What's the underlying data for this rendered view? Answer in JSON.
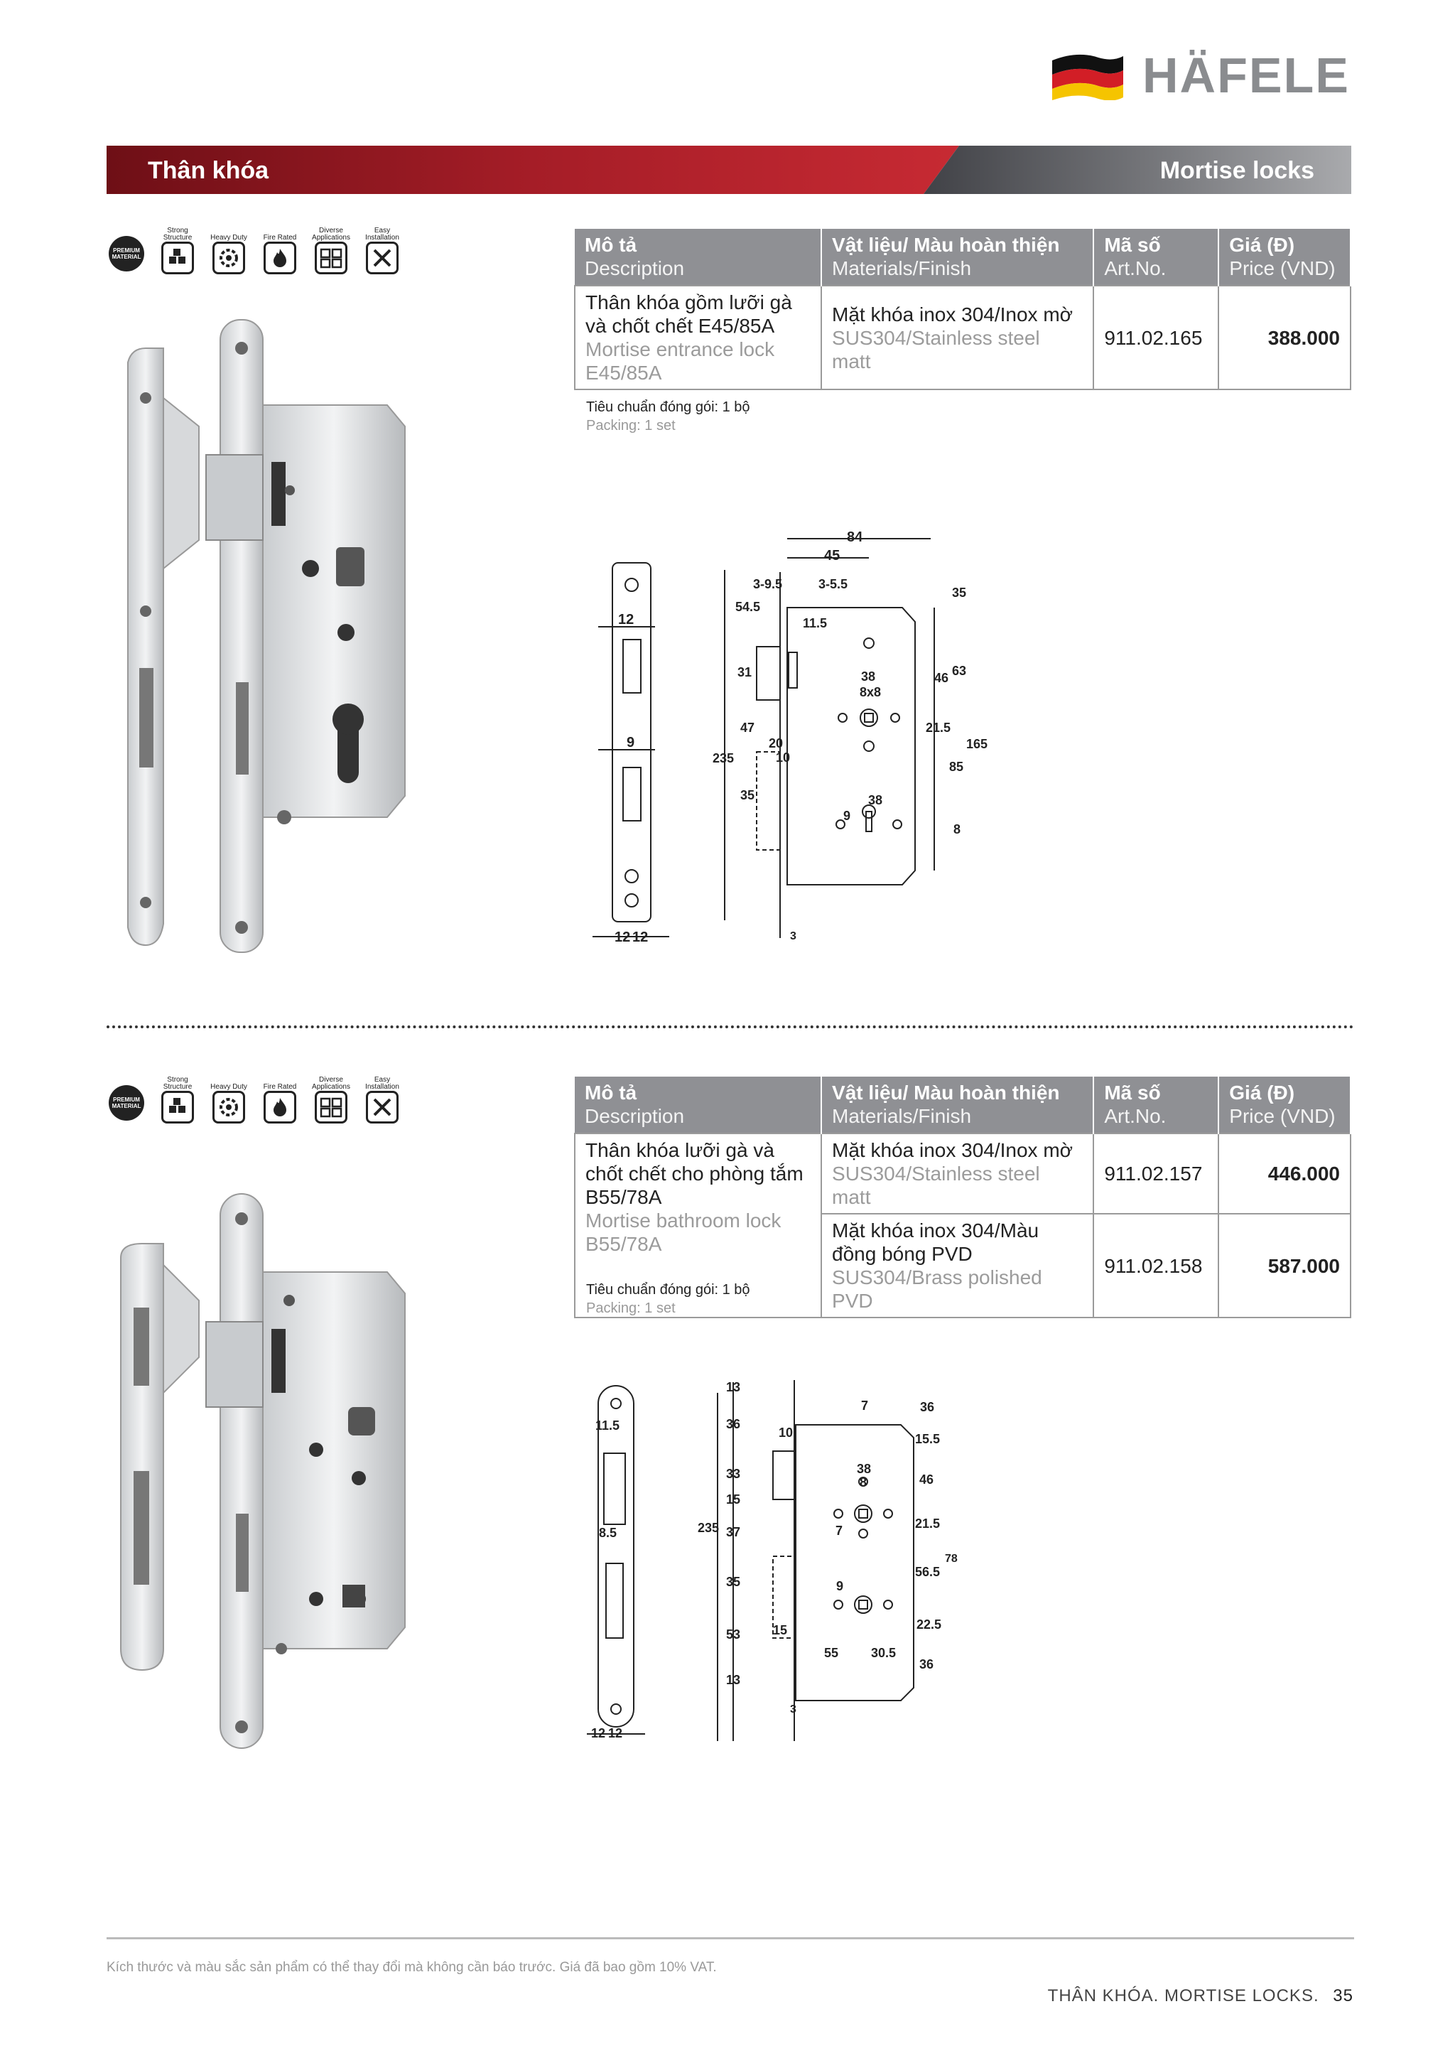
{
  "header": {
    "brand": "HÄFELE",
    "banner_left": "Thân khóa",
    "banner_right": "Mortise locks"
  },
  "features": [
    {
      "label": "",
      "icon": "premium-material-icon",
      "text": "PREMIUM MATERIAL"
    },
    {
      "label": "Strong Structure",
      "icon": "strong-structure-icon"
    },
    {
      "label": "Heavy Duty",
      "icon": "heavy-duty-icon"
    },
    {
      "label": "Fire Rated",
      "icon": "fire-rated-icon"
    },
    {
      "label": "Diverse Applications",
      "icon": "diverse-applications-icon"
    },
    {
      "label": "Easy Installation",
      "icon": "easy-installation-icon"
    }
  ],
  "table_headers": {
    "desc_vi": "Mô tả",
    "desc_en": "Description",
    "mat_vi": "Vật liệu/ Màu hoàn thiện",
    "mat_en": "Materials/Finish",
    "art_vi": "Mã số",
    "art_en": "Art.No.",
    "price_vi": "Giá (Đ)",
    "price_en": "Price (VND)"
  },
  "product1": {
    "desc_vi": "Thân khóa gồm lưỡi gà và chốt chết E45/85A",
    "desc_en": "Mortise entrance lock E45/85A",
    "rows": [
      {
        "mat_vi": "Mặt khóa inox 304/Inox mờ",
        "mat_en": "SUS304/Stainless steel matt",
        "art": "911.02.165",
        "price": "388.000"
      }
    ],
    "packing_vi": "Tiêu chuẩn đóng gói: 1 bộ",
    "packing_en": "Packing: 1 set"
  },
  "product2": {
    "desc_vi": "Thân khóa lưỡi gà và chốt chết cho phòng tắm B55/78A",
    "desc_en": "Mortise bathroom lock B55/78A",
    "rows": [
      {
        "mat_vi": "Mặt khóa inox 304/Inox mờ",
        "mat_en": "SUS304/Stainless steel matt",
        "art": "911.02.157",
        "price": "446.000"
      },
      {
        "mat_vi": "Mặt khóa inox 304/Màu đồng bóng PVD",
        "mat_en": "SUS304/Brass polished PVD",
        "art": "911.02.158",
        "price": "587.000"
      }
    ],
    "packing_vi": "Tiêu chuẩn đóng gói: 1 bộ",
    "packing_en": "Packing: 1 set"
  },
  "diagram1": {
    "labels": [
      "84",
      "45",
      "3-9.5",
      "3-5.5",
      "54.5",
      "35",
      "12",
      "11.5",
      "63",
      "31",
      "38",
      "46",
      "8x8",
      "21.5",
      "47",
      "165",
      "9",
      "20",
      "235",
      "10",
      "85",
      "35",
      "38",
      "9",
      "8",
      "12",
      "12",
      "3"
    ]
  },
  "diagram2": {
    "labels": [
      "13",
      "7",
      "36",
      "11.5",
      "36",
      "10",
      "15.5",
      "33",
      "38",
      "8",
      "46",
      "15",
      "8.5",
      "235",
      "37",
      "7",
      "21.5",
      "78",
      "56.5",
      "35",
      "9",
      "22.5",
      "53",
      "15",
      "55",
      "30.5",
      "36",
      "13",
      "3",
      "12",
      "12"
    ]
  },
  "footer": {
    "note": "Kích thước và màu sắc sản phẩm có thể thay đổi mà không cần báo trước. Giá đã bao gồm 10% VAT.",
    "page_vi": "THÂN KHÓA.",
    "page_en": "MORTISE LOCKS.",
    "page_num": "35"
  }
}
